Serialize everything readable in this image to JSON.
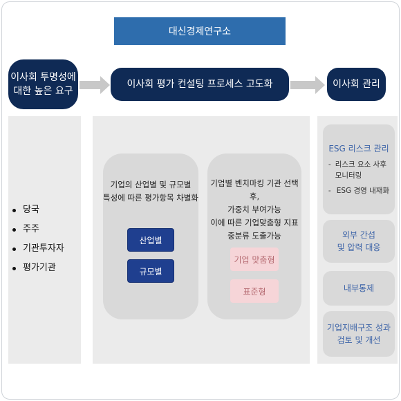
{
  "header": {
    "title": "대신경제연구소"
  },
  "flow": {
    "left_pill": [
      "이사회 투명성에",
      "대한 높은 요구"
    ],
    "mid_pill": "이사회 평가 컨설팅 프로세스 고도화",
    "right_pill": "이사회 관리"
  },
  "stakeholders": [
    "당국",
    "주주",
    "기관투자자",
    "평가기관"
  ],
  "card_industry": {
    "text": [
      "기업의 산업별 및 규모별",
      "특성에 따른 평가항목 차별화"
    ],
    "buttons": [
      "산업별",
      "규모별"
    ]
  },
  "card_benchmark": {
    "text": [
      "기업별 벤치마킹 기관 선택 후,",
      "가중치 부여가능",
      "이에 따른 기업맞춤형 지표",
      "중분류 도출가능"
    ],
    "buttons": [
      "기업 맞춤형",
      "표준형"
    ]
  },
  "management": {
    "esg": {
      "title": "ESG 리스크 관리",
      "items": [
        {
          "bullet": "-",
          "text": [
            "리스크 요소 사후",
            "모니터링"
          ]
        },
        {
          "bullet": "-",
          "text": [
            "ESG 경영 내재화"
          ]
        }
      ]
    },
    "external": [
      "외부 간섭",
      "및 압력 대응"
    ],
    "internal": "내부통제",
    "governance": [
      "기업지배구조 성과",
      "검토 및 개선"
    ]
  },
  "colors": {
    "header": "#2e6dad",
    "dark_pill": "#0f2a55",
    "button_blue": "#1f3f8f",
    "button_pink": "#f6d5d8",
    "right_text": "#3d64a8"
  }
}
